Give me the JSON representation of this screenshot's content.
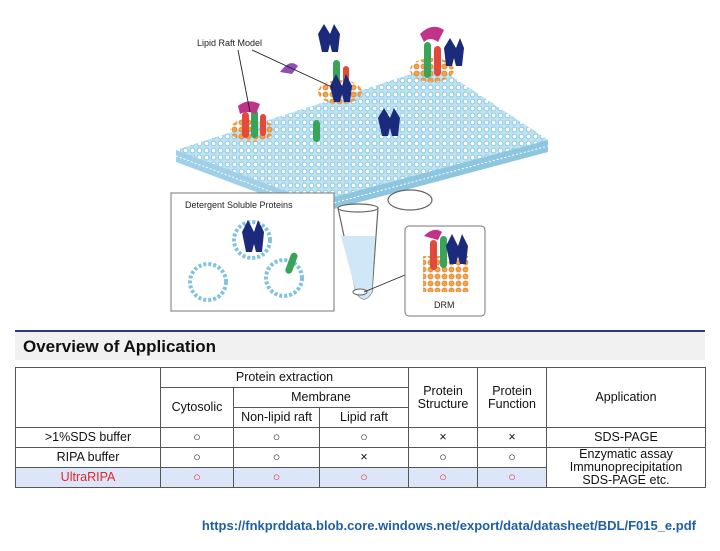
{
  "figure": {
    "lipid_raft_label": "Lipid Raft Model",
    "soluble_label": "Detergent Soluble Proteins",
    "drm_label": "DRM"
  },
  "section_title": "Overview of Application",
  "table": {
    "headers": {
      "protein_extraction": "Protein extraction",
      "cytosolic": "Cytosolic",
      "membrane": "Membrane",
      "non_lipid_raft": "Non-lipid raft",
      "lipid_raft": "Lipid raft",
      "protein_structure": "Protein Structure",
      "protein_function": "Protein Function",
      "application": "Application"
    },
    "rows": [
      {
        "name": ">1%SDS buffer",
        "cytosolic": "○",
        "non_lipid": "○",
        "lipid": "○",
        "structure": "×",
        "function": "×",
        "application": "SDS-PAGE"
      },
      {
        "name": "RIPA buffer",
        "cytosolic": "○",
        "non_lipid": "○",
        "lipid": "×",
        "structure": "○",
        "function": "○"
      },
      {
        "name": "UltraRIPA",
        "cytosolic": "○",
        "non_lipid": "○",
        "lipid": "○",
        "structure": "○",
        "function": "○"
      }
    ],
    "shared_application": [
      "Enzymatic assay",
      "Immunoprecipitation",
      "SDS-PAGE etc."
    ],
    "highlight_color": "#dde6f8",
    "accent_color": "#e4262a"
  },
  "source_url": "https://fnkprddata.blob.core.windows.net/export/data/datasheet/BDL/F015_e.pdf"
}
